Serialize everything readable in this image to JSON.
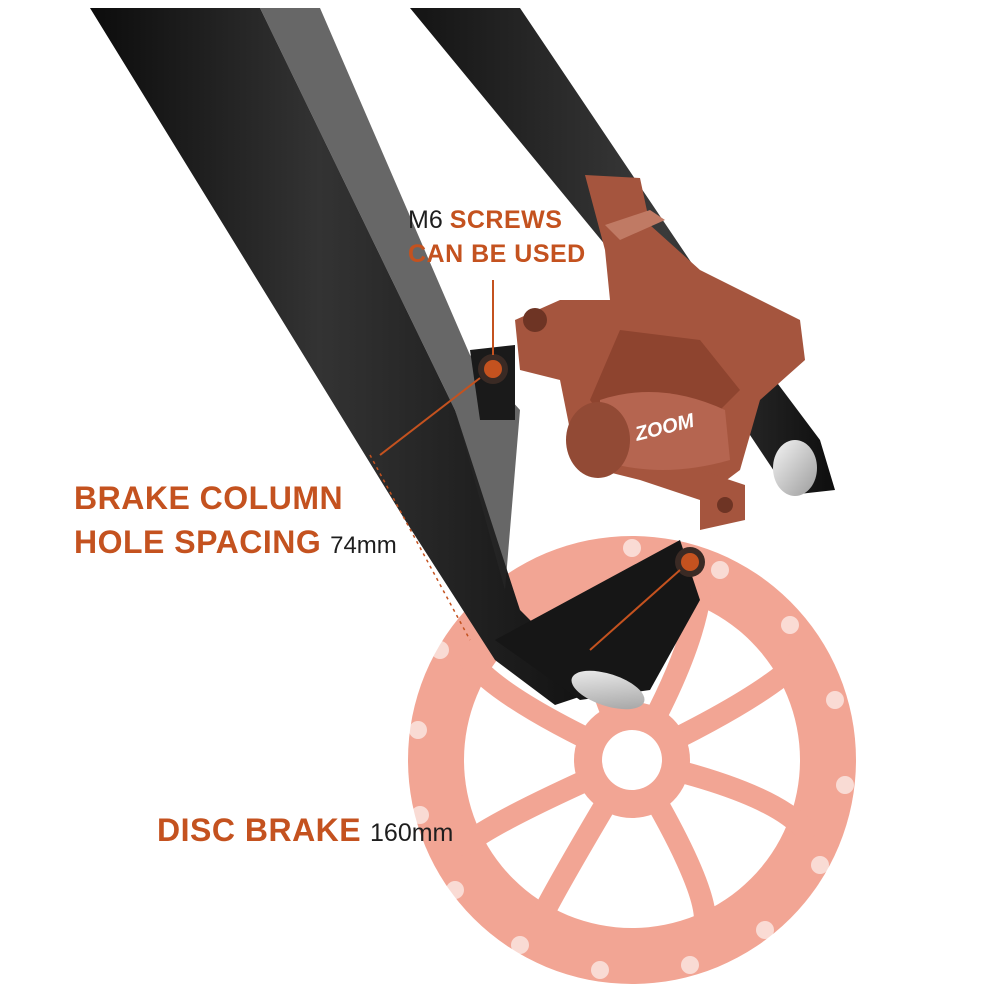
{
  "colors": {
    "accent": "#c4521f",
    "fork": "#1f1f1f",
    "caliper": "#a5553e",
    "rotor": "#f2a594",
    "text_dark": "#1e1e1e"
  },
  "annotations": {
    "m6": {
      "prefix": "M6",
      "line1": "SCREWS",
      "line2": "CAN BE USED"
    },
    "brake_column": {
      "line1": "BRAKE COLUMN",
      "line2": "HOLE SPACING",
      "value": "74mm"
    },
    "disc_brake": {
      "label": "DISC BRAKE",
      "value": "160mm"
    }
  },
  "caliper": {
    "logo": "ZOOM"
  },
  "icons": [
    "fork-blade",
    "brake-caliper",
    "disc-rotor",
    "mount-screw"
  ]
}
